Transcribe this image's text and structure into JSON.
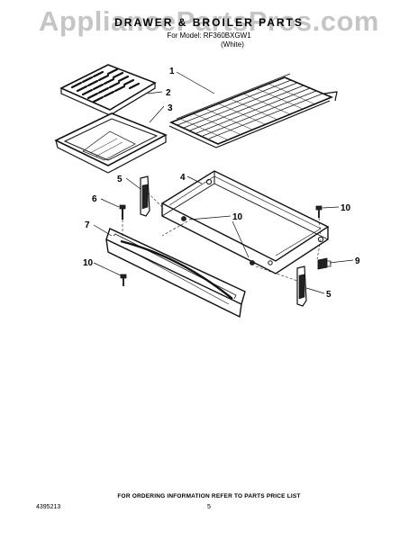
{
  "watermark": "AppliancePartsPros.com",
  "title": "DRAWER & BROILER PARTS",
  "model_label": "For Model: RF360BXGW1",
  "model_variant": "(White)",
  "callouts": [
    "1",
    "2",
    "3",
    "4",
    "5",
    "6",
    "7",
    "10",
    "10",
    "10",
    "9",
    "5"
  ],
  "footer_note": "FOR ORDERING INFORMATION REFER TO PARTS PRICE LIST",
  "doc_number": "4395213",
  "page_number": "5"
}
